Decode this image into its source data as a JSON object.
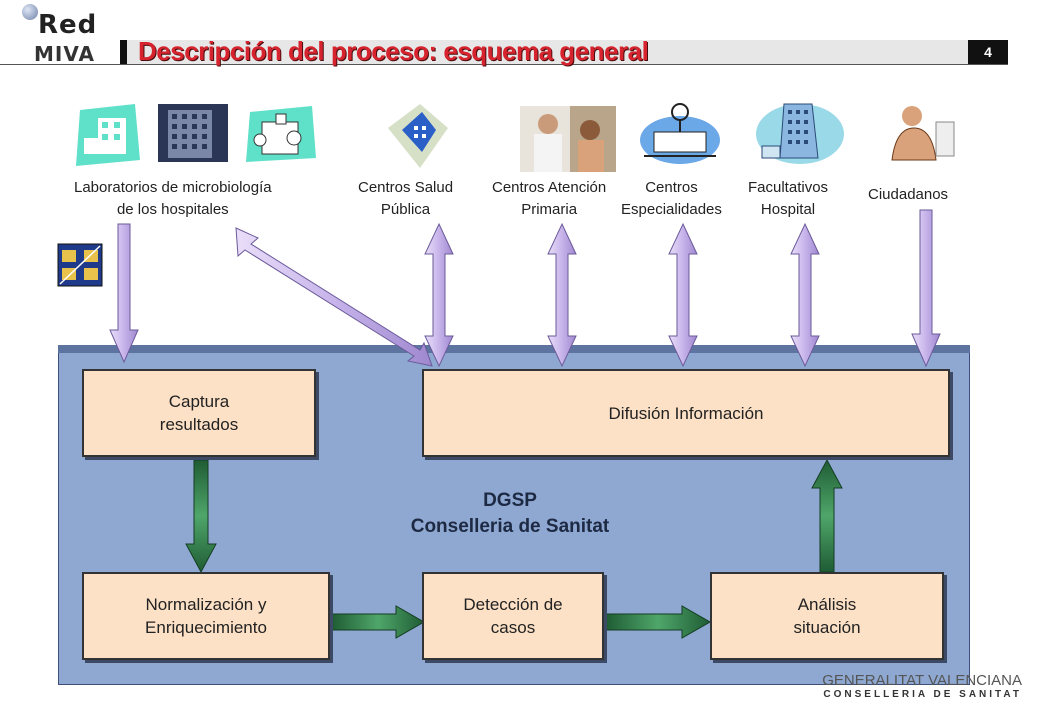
{
  "header": {
    "logo_top": "Red",
    "logo_bottom": "MIVA",
    "title": "Descripción del proceso: esquema general",
    "page_number": "4"
  },
  "actors": [
    {
      "label": "Laboratorios de microbiología\nde los hospitales"
    },
    {
      "label": "Centros Salud\nPública"
    },
    {
      "label": "Centros Atención\nPrimaria"
    },
    {
      "label": "Centros\nEspecialidades"
    },
    {
      "label": "Facultativos\nHospital"
    },
    {
      "label": "Ciudadanos"
    }
  ],
  "process": {
    "center_label": "DGSP\nConselleria de Sanitat",
    "boxes": {
      "captura": "Captura\nresultados",
      "difusion": "Difusión Información",
      "normalizacion": "Normalización y\nEnriquecimiento",
      "deteccion": "Detección de\ncasos",
      "analisis": "Análisis\nsituación"
    }
  },
  "footer": {
    "line1": "GENERALITAT VALENCIANA",
    "line2": "CONSELLERIA DE SANITAT"
  },
  "colors": {
    "title_red": "#d6232d",
    "panel_blue": "#8ea8d1",
    "box_fill": "#fde1c6",
    "arrow_lilac": "#c9b8e8",
    "arrow_green": "#2f7d4a"
  }
}
